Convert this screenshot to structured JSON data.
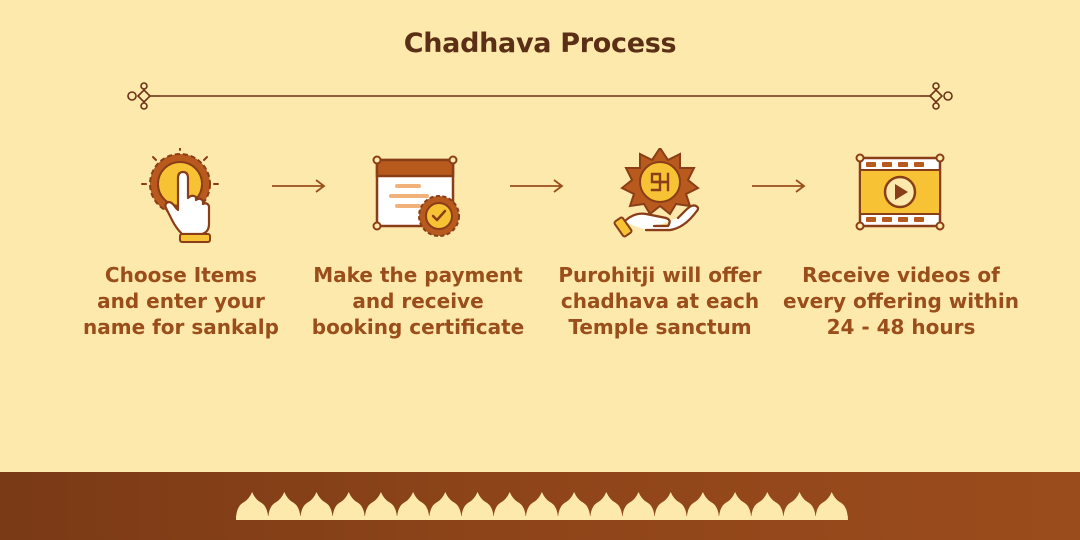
{
  "title": "Chadhava Process",
  "steps": [
    {
      "icon": "tap-hand-icon",
      "lines": [
        "Choose Items",
        "and enter your",
        "name for sankalp"
      ]
    },
    {
      "icon": "certificate-icon",
      "lines": [
        "Make the payment",
        "and receive",
        "booking certificate"
      ]
    },
    {
      "icon": "offering-hand-icon",
      "lines": [
        "Purohitji will offer",
        "chadhava at each",
        "Temple sanctum"
      ]
    },
    {
      "icon": "video-icon",
      "lines": [
        "Receive videos of",
        "every offering within",
        "24 - 48 hours"
      ]
    }
  ],
  "colors": {
    "background": "#FEE9AD",
    "title": "#5A2F15",
    "step_text": "#9A4E1C",
    "accent_yellow": "#F7C335",
    "accent_brown": "#8A3E17",
    "footer": "#8F4519"
  }
}
